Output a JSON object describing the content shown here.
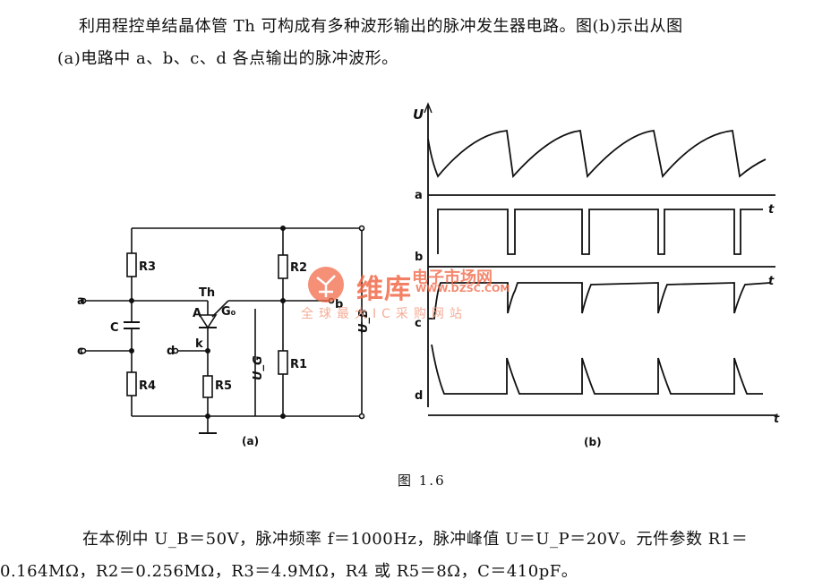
{
  "paragraphs": {
    "intro_line1": "利用程控单结晶体管 Th 可构成有多种波形输出的脉冲发生器电路。图(b)示出从图",
    "intro_line2": "(a)电路中 a、b、c、d 各点输出的脉冲波形。",
    "params_line1": "在本例中 U_B＝50V，脉冲频率 f＝1000Hz，脉冲峰值 U＝U_P＝20V。元件参数 R1＝",
    "params_line2": "0.164MΩ，R2＝0.256MΩ，R3＝4.9MΩ，R4 或 R5＝8Ω，C＝410pF。"
  },
  "circuit": {
    "labels": {
      "R3": "R3",
      "R2": "R2",
      "R1": "R1",
      "R4": "R4",
      "R5": "R5",
      "C": "C",
      "Th": "Th",
      "A": "A",
      "G": "G₀",
      "k": "k",
      "a": "a",
      "b": "b",
      "c": "c",
      "d": "d",
      "UB": "U_B",
      "UG": "U_G"
    },
    "caption": "(a)"
  },
  "waveforms": {
    "U": "U",
    "a": "a",
    "b": "b",
    "c": "c",
    "d": "d",
    "t": "t",
    "caption": "(b)"
  },
  "figure_caption": "图 1.6",
  "watermark": {
    "brand": "维库",
    "brand2": "电子市场网",
    "url": "WWW.DZSC.COM",
    "slogan": "全球最大IC采购网站"
  }
}
